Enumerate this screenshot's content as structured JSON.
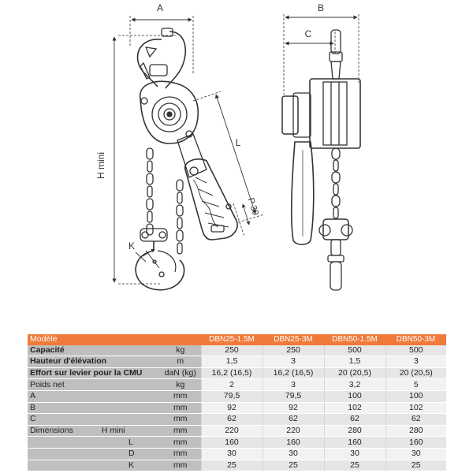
{
  "drawing": {
    "dimension_labels": {
      "a": "A",
      "b": "B",
      "c": "C",
      "h_mini": "H mini",
      "l": "L",
      "p30": "P 30",
      "k": "K"
    }
  },
  "table": {
    "header": {
      "label": "Modèle",
      "unit": "",
      "models": [
        "DBN25-1.5M",
        "DBN25-3M",
        "DBN50-1.5M",
        "DBN50-3M"
      ]
    },
    "rows": [
      {
        "label": "Capacité",
        "unit": "kg",
        "values": [
          "250",
          "250",
          "500",
          "500"
        ]
      },
      {
        "label": "Hauteur d'élévation",
        "unit": "m",
        "values": [
          "1,5",
          "3",
          "1,5",
          "3"
        ]
      },
      {
        "label": "Effort sur levier pour la CMU",
        "unit": "daN (kg)",
        "values": [
          "16,2 (16,5)",
          "16,2 (16,5)",
          "20 (20,5)",
          "20 (20,5)"
        ]
      },
      {
        "label": "Poids net",
        "unit": "kg",
        "values": [
          "2",
          "3",
          "3,2",
          "5"
        ]
      },
      {
        "label": "A",
        "unit": "mm",
        "values": [
          "79,5",
          "79,5",
          "100",
          "100"
        ]
      },
      {
        "label": "B",
        "unit": "mm",
        "values": [
          "92",
          "92",
          "102",
          "102"
        ]
      },
      {
        "label": "C",
        "unit": "mm",
        "values": [
          "62",
          "62",
          "62",
          "62"
        ]
      },
      {
        "label": "Dimensions",
        "sublabel": "H mini",
        "unit": "mm",
        "values": [
          "220",
          "220",
          "280",
          "280"
        ]
      },
      {
        "label": "",
        "sublabel": "L",
        "unit": "mm",
        "values": [
          "160",
          "160",
          "160",
          "160"
        ]
      },
      {
        "label": "",
        "sublabel": "D",
        "unit": "mm",
        "values": [
          "30",
          "30",
          "30",
          "30"
        ]
      },
      {
        "label": "",
        "sublabel": "K",
        "unit": "mm",
        "values": [
          "25",
          "25",
          "25",
          "25"
        ]
      }
    ]
  },
  "colors": {
    "header_orange": "#f07a3a",
    "label_gray": "#bfbfbf",
    "row_light": "#f2f2f2",
    "row_dark": "#e6e6e6",
    "line": "#333333"
  }
}
